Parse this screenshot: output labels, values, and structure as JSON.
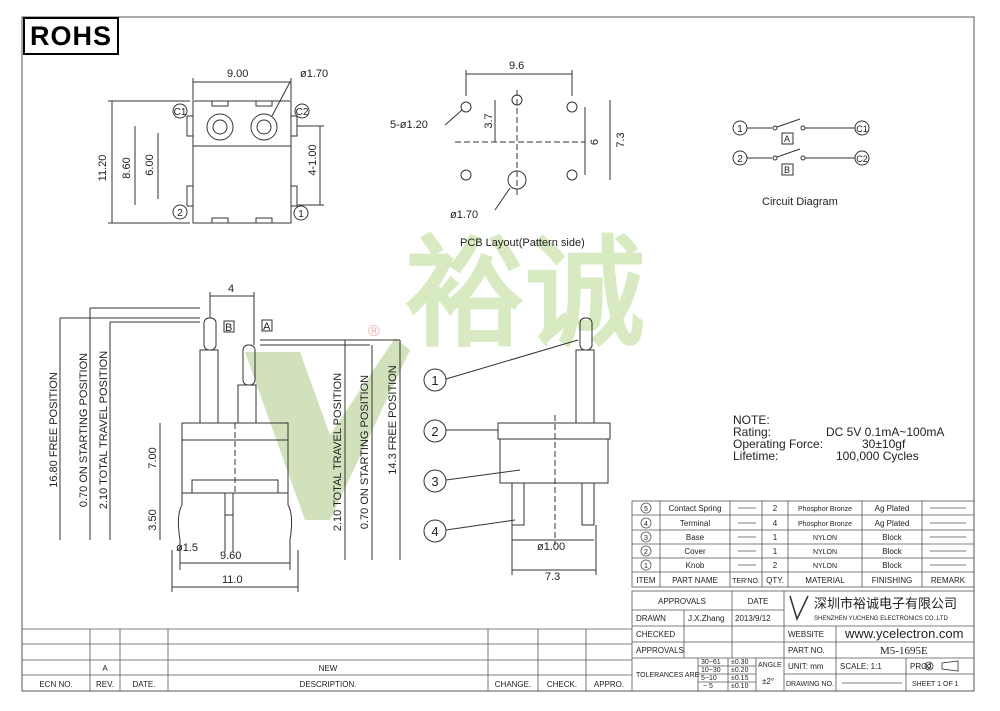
{
  "badge": "ROHS",
  "top_view": {
    "dims": [
      "9.00",
      "ø1.70",
      "11.20",
      "8.60",
      "6.00",
      "4-1.00"
    ],
    "pins": [
      "C1",
      "C2",
      "2",
      "1"
    ]
  },
  "pcb": {
    "dims": [
      "9.6",
      "5-ø1.20",
      "3.7",
      "6",
      "7.3",
      "ø1.70"
    ],
    "caption": "PCB Layout(Pattern side)"
  },
  "circuit": {
    "caption": "Circuit Diagram",
    "labels": [
      "1",
      "C1",
      "2",
      "C2",
      "A",
      "B"
    ]
  },
  "front_view": {
    "dims": [
      "4",
      "B",
      "A",
      "16.80 FREE POSITION",
      "0.70 ON STARTING POSITION",
      "2.10 TOTAL TRAVEL POSITION",
      "7.00",
      "3.50",
      "ø1.5",
      "9.60",
      "11.0",
      "2.10 TOTAL TRAVEL POSITION",
      "0.70 ON STARTING POSITION",
      "14.3 FREE POSITION"
    ]
  },
  "side_view": {
    "dims": [
      "ø1.00",
      "7.3"
    ],
    "balloons": [
      "1",
      "2",
      "3",
      "4"
    ]
  },
  "notes": {
    "title": "NOTE:",
    "rows": [
      {
        "label": "Rating:",
        "value": "DC 5V 0.1mA~100mA"
      },
      {
        "label": "Operating Force:",
        "value": "30±10gf"
      },
      {
        "label": "Lifetime:",
        "value": "100,000 Cycles"
      }
    ]
  },
  "watermark": {
    "letter": "V",
    "reg": "®",
    "text": "裕诚"
  },
  "bom": {
    "rows": [
      {
        "item": "5",
        "name": "Contact Spring",
        "qty": "2",
        "material": "Phosphor Bronze",
        "finish": "Ag Plated"
      },
      {
        "item": "4",
        "name": "Terminal",
        "qty": "4",
        "material": "Phosphor Bronze",
        "finish": "Ag Plated"
      },
      {
        "item": "3",
        "name": "Base",
        "qty": "1",
        "material": "NYLON",
        "finish": "Block"
      },
      {
        "item": "2",
        "name": "Cover",
        "qty": "1",
        "material": "NYLON",
        "finish": "Block"
      },
      {
        "item": "1",
        "name": "Knob",
        "qty": "2",
        "material": "NYLON",
        "finish": "Block"
      }
    ],
    "headers": [
      "ITEM",
      "PART NAME",
      "TER'NO.",
      "QTY.",
      "MATERIAL",
      "FINISHING",
      "REMARK"
    ]
  },
  "title_block": {
    "approvals_label": "APPROVALS",
    "date_label": "DATE",
    "drawn_label": "DRAWN",
    "drawn_by": "J.X.Zhang",
    "drawn_date": "2013/9/12",
    "checked_label": "CHECKED",
    "approvals2_label": "APPROVALS",
    "company_cn": "深圳市裕诚电子有限公司",
    "company_en": "SHENZHEN YUCHENG ELECTRONICS CO.,LTD",
    "website_label": "WEBSITE",
    "website": "www.ycelectron.com",
    "partno_label": "PART NO.",
    "partno": "M5-1695E",
    "tolerances_label": "TOLERANCES ARE",
    "tol_ranges": [
      "30~61",
      "10~30",
      "5~10",
      "~ 5"
    ],
    "tol_values": [
      "±0.30",
      "±0.20",
      "±0.15",
      "±0.10"
    ],
    "angle_label": "ANGLE",
    "angle_value": "±2°",
    "unit": "UNIT: mm",
    "scale": "SCALE:  1:1",
    "proj": "PROJ.",
    "drawing_no_label": "DRAWING NO.",
    "sheet": "SHEET   1 OF 1"
  },
  "revision_block": {
    "rev": "A",
    "desc": "NEW",
    "headers": [
      "ECN NO.",
      "REV.",
      "DATE.",
      "DESCRIPTION.",
      "CHANGE.",
      "CHECK.",
      "APPRO."
    ]
  }
}
